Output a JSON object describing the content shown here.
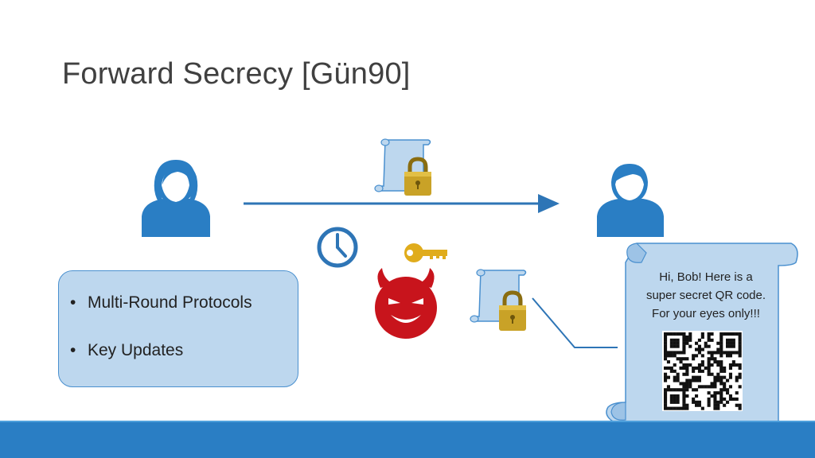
{
  "slide": {
    "title": "Forward Secrecy [Gün90]"
  },
  "bullets": {
    "items": [
      "Multi-Round Protocols",
      "Key Updates"
    ],
    "marker": "•"
  },
  "message_scroll": {
    "lines": [
      "Hi, Bob! Here is a",
      "super secret QR code.",
      "For your eyes only!!!"
    ]
  },
  "colors": {
    "person_blue": "#2a7ec4",
    "arrow_blue": "#2e75b6",
    "scroll_fill": "#bdd7ee",
    "scroll_stroke": "#4a90cf",
    "lock_gold": "#c9a227",
    "key_gold": "#e0ac1c",
    "devil_red": "#c8141c",
    "bottom_bar": "#2a7ec4"
  },
  "icons": [
    "alice-person-icon",
    "bob-person-icon",
    "encrypted-message-icon",
    "clock-icon",
    "key-icon",
    "devil-adversary-icon",
    "qr-code-icon"
  ]
}
